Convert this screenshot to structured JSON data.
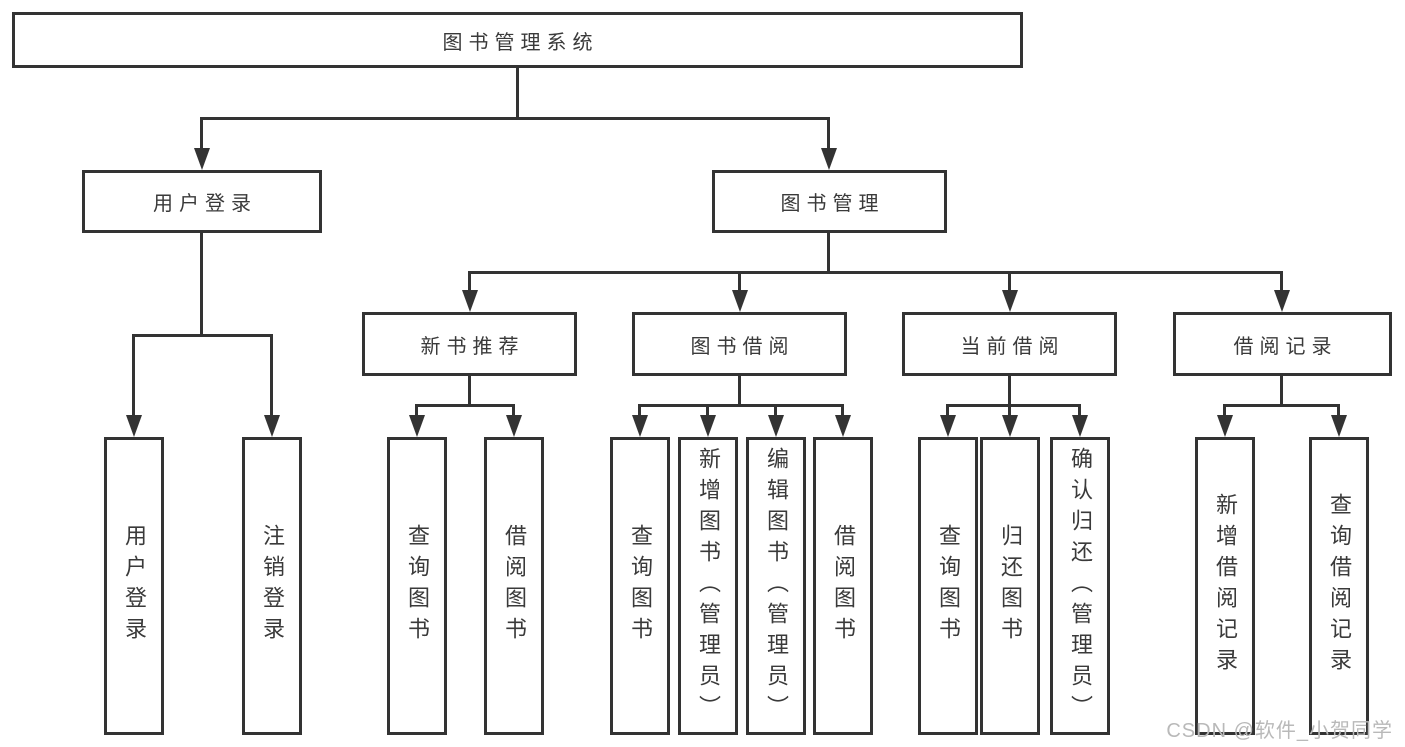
{
  "diagram": {
    "root": {
      "label": "图书管理系统"
    },
    "level2": [
      {
        "label": "用户登录"
      },
      {
        "label": "图书管理"
      }
    ],
    "level3": [
      {
        "label": "新书推荐"
      },
      {
        "label": "图书借阅"
      },
      {
        "label": "当前借阅"
      },
      {
        "label": "借阅记录"
      }
    ],
    "leaves": {
      "user_login": [
        {
          "label": "用户登录"
        },
        {
          "label": "注销登录"
        }
      ],
      "new_book_recommend": [
        {
          "label": "查询图书"
        },
        {
          "label": "借阅图书"
        }
      ],
      "book_borrow": [
        {
          "label": "查询图书"
        },
        {
          "label": "新增图书（管理员）"
        },
        {
          "label": "编辑图书（管理员）"
        },
        {
          "label": "借阅图书"
        }
      ],
      "current_borrow": [
        {
          "label": "查询图书"
        },
        {
          "label": "归还图书"
        },
        {
          "label": "确认归还（管理员）"
        }
      ],
      "borrow_record": [
        {
          "label": "新增借阅记录"
        },
        {
          "label": "查询借阅记录"
        }
      ]
    }
  },
  "watermark": {
    "text": "CSDN @软件_小贺同学"
  },
  "colors": {
    "line": "#333333",
    "text": "#3a3a3a",
    "watermark": "#b9b9b9",
    "background": "#ffffff"
  }
}
